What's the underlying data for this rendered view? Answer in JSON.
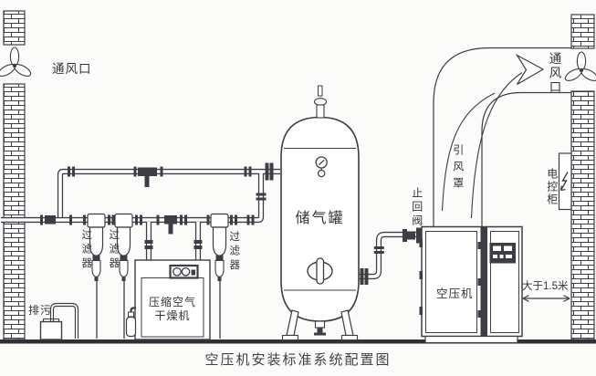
{
  "diagram": {
    "caption": "空压机安装标准系统配置图",
    "labels": {
      "vent_left": "通风口",
      "vent_right": "通风口",
      "tank": "储气罐",
      "filter_left_1": "过滤器",
      "filter_left_2": "过滤器",
      "filter_right": "过滤器",
      "dryer_line1": "压缩空气",
      "dryer_line2": "干燥机",
      "drain": "排污",
      "check_valve": "止回阀",
      "draft_hood": "引风罩",
      "compressor": "空压机",
      "control_cabinet": "电控柜",
      "clearance": "大于1.5米"
    },
    "colors": {
      "line": "#3d3d45",
      "text": "#33333a",
      "background": "#fbfbfa",
      "floor": "#2f2f36"
    }
  }
}
